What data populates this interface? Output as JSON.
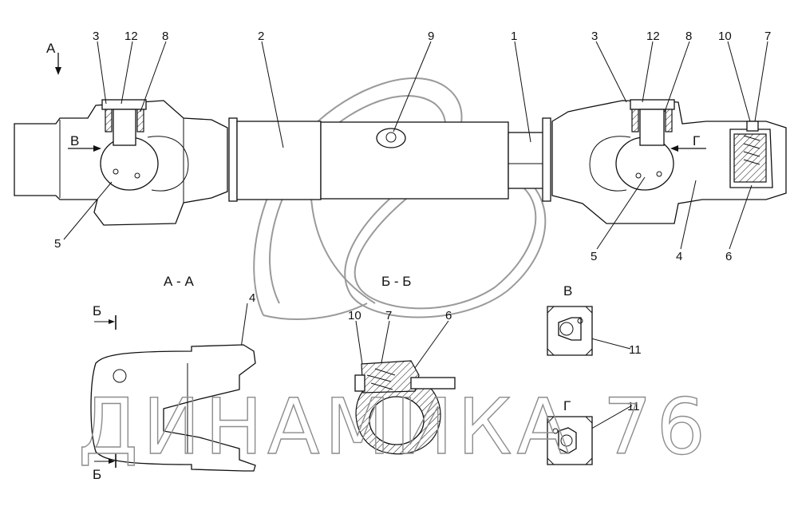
{
  "drawing": {
    "callouts": {
      "a_left_3": "3",
      "a_left_12": "12",
      "a_left_8": "8",
      "a_2": "2",
      "a_9": "9",
      "a_1": "1",
      "a_right_3": "3",
      "a_right_12": "12",
      "a_right_8": "8",
      "a_10": "10",
      "a_7": "7",
      "a_left_5": "5",
      "a_right_5": "5",
      "a_4": "4",
      "a_6": "6",
      "sec_4": "4",
      "bb_10": "10",
      "bb_7": "7",
      "bb_6": "6",
      "v_11": "11",
      "g_11": "11"
    },
    "view_marks": {
      "view_a": "А",
      "view_v": "В",
      "view_g": "Г",
      "view_v_detail": "В",
      "view_g_detail": "Г",
      "cut_b_top": "Б",
      "cut_b_bottom": "Б"
    },
    "section_titles": {
      "aa": "А - А",
      "bb": "Б - Б"
    }
  },
  "watermark": {
    "text": "ДИНАМИКА 76"
  }
}
